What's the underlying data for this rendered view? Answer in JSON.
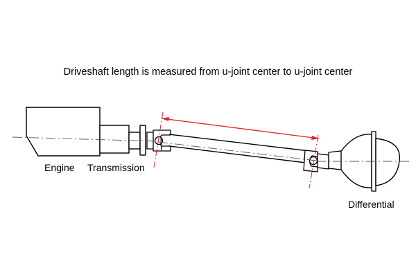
{
  "title": "Driveshaft length is measured from u-joint center to u-joint center",
  "labels": {
    "engine": "Engine",
    "transmission": "Transmission",
    "differential": "Differential"
  },
  "colors": {
    "line": "#000000",
    "measure": "#e8202a",
    "centerline": "#555555",
    "background": "#ffffff"
  }
}
